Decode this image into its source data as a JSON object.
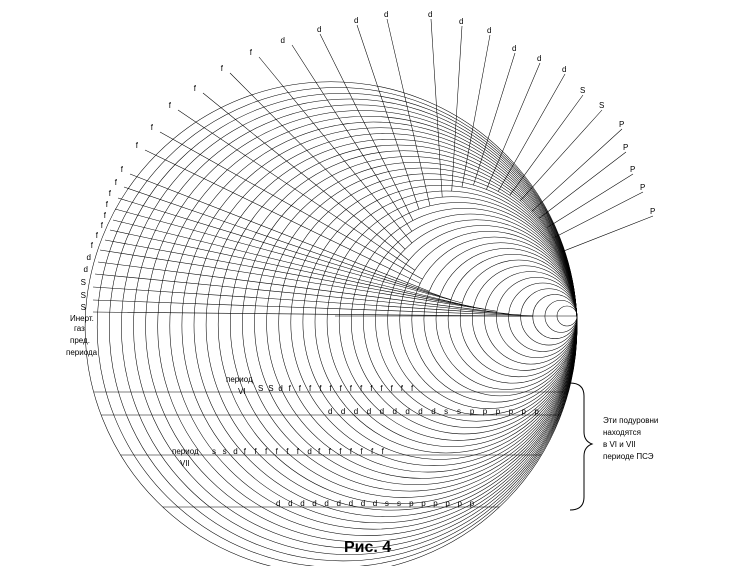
{
  "caption": "Рис. 4",
  "left_note": [
    "Инерт.",
    "газ",
    "пред.",
    "периода"
  ],
  "right_note": [
    "Эти подуровни",
    "находятся",
    "в VI  и  VII",
    "периоде ПСЭ"
  ],
  "period_vi_label": [
    "период",
    "VI"
  ],
  "period_vii_label": [
    "период",
    "VII"
  ],
  "spoke_labels": [
    "S",
    "S",
    "S",
    "d",
    "d",
    "f",
    "f",
    "f",
    "f",
    "f",
    "f",
    "f",
    "f",
    "f",
    "f",
    "f",
    "f",
    "f",
    "f",
    "d",
    "d",
    "d",
    "d",
    "d",
    "d",
    "d",
    "d",
    "d",
    "d",
    "S",
    "S",
    "P",
    "P",
    "P",
    "P",
    "P"
  ],
  "row_vi_1": [
    "S",
    "S",
    "d",
    "f",
    "f",
    "f",
    "f",
    "f",
    "f",
    "f",
    "f",
    "f",
    "f",
    "f",
    "f",
    "f"
  ],
  "row_vi_2": [
    "d",
    "d",
    "d",
    "d",
    "d",
    "d",
    "d",
    "d",
    "d",
    "s",
    "s",
    "p",
    "p",
    "p",
    "p",
    "p",
    "p"
  ],
  "row_vii_1": [
    "s",
    "s",
    "d",
    "f",
    "f",
    "f",
    "f",
    "f",
    "f",
    "d",
    "f",
    "f",
    "f",
    "f",
    "f",
    "f",
    "f"
  ],
  "row_vii_2": [
    "d",
    "d",
    "d",
    "d",
    "d",
    "d",
    "d",
    "d",
    "d",
    "s",
    "s",
    "p",
    "p",
    "p",
    "p",
    "p",
    "p"
  ]
}
